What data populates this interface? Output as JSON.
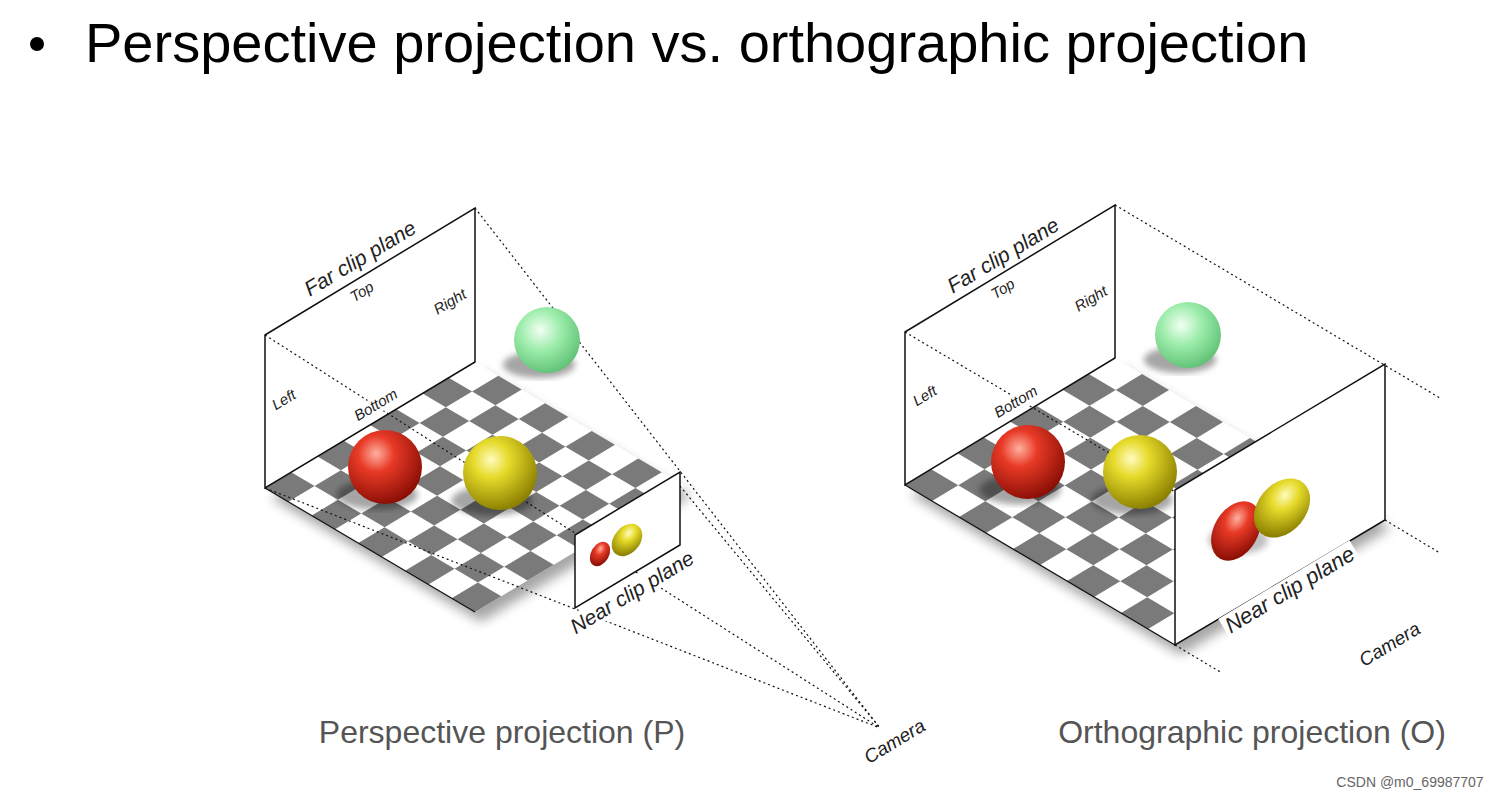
{
  "diagram": {
    "title": "Perspective projection vs. orthographic projection",
    "labels": [
      "Far clip plane",
      "Top",
      "Right",
      "Left",
      "Bottom",
      "Near clip plane",
      "Camera",
      "Perspective projection (P)",
      "Far clip plane",
      "Top",
      "Right",
      "Left",
      "Bottom",
      "Near clip plane",
      "Camera",
      "Orthographic projection (O)",
      "CSDN @m0_69987707"
    ]
  }
}
